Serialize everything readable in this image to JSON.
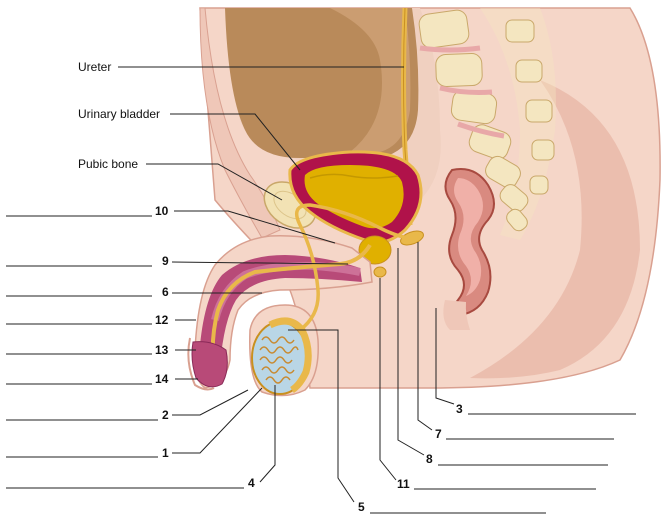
{
  "labels": {
    "ureter": "Ureter",
    "urinary_bladder": "Urinary bladder",
    "pubic_bone": "Pubic bone"
  },
  "numbers": {
    "n10": "10",
    "n9": "9",
    "n6": "6",
    "n12": "12",
    "n13": "13",
    "n14": "14",
    "n2": "2",
    "n1": "1",
    "n4": "4",
    "n5": "5",
    "n11": "11",
    "n8": "8",
    "n7": "7",
    "n3": "3"
  },
  "colors": {
    "skin": "#f5d6c8",
    "skin_dark": "#e8b8a8",
    "pelvis_wall": "#efc7b8",
    "rectum_brown": "#b98a5a",
    "bladder_wall": "#b0124a",
    "urine": "#e0b000",
    "bone": "#f2e2b4",
    "vertebra": "#f4e6c0",
    "duct": "#e9b84a",
    "colon": "#d98a80",
    "testis_blue": "#b9d6e6",
    "spongy": "#b84a78"
  }
}
